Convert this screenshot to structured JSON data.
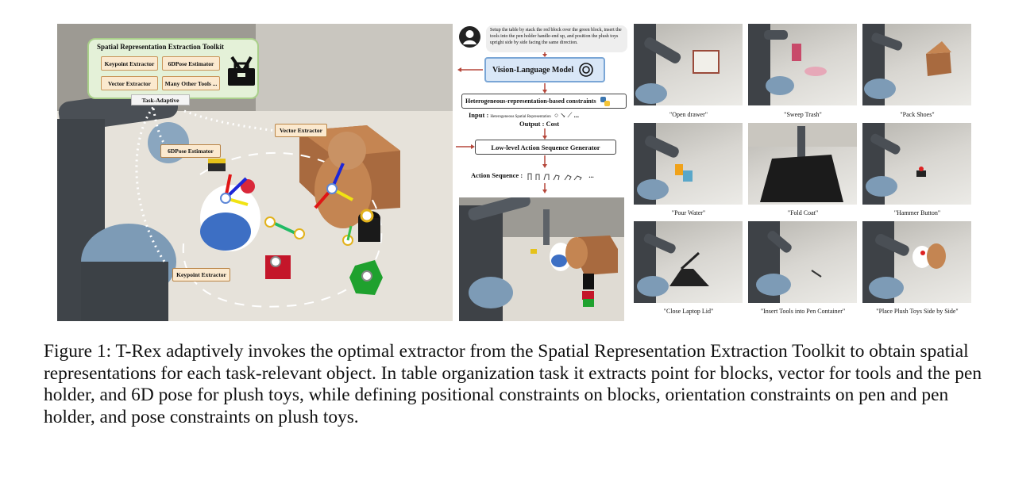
{
  "toolkit": {
    "title": "Spatial Representation Extraction Toolkit",
    "buttons": [
      "Keypoint Extractor",
      "6DPose Estimator",
      "Vector Extractor",
      "Many Other Tools ..."
    ],
    "task_adaptive": "Task-Adaptive"
  },
  "scene_tags": {
    "vector": "Vector Extractor",
    "pose": "6DPose Estimator",
    "keypoint": "Keypoint Extractor"
  },
  "pipeline": {
    "instruction": "Setup the table by stack the red block over the green block, insert the tools into the pen holder handle-end up, and position the plush toys upright side by side facing the same direction.",
    "vlm": "Vision-Language Model",
    "constraints": "Heterogeneous-representation-based constraints",
    "input_label": "Input :",
    "input_detail": "Heterogeneous Spatial Representation",
    "output_label": "Output : Cost",
    "generator": "Low-level Action Sequence Generator",
    "action_label": "Action Sequence :",
    "ellipsis": "..."
  },
  "tasks": [
    "\"Open drawer\"",
    "\"Sweep Trash\"",
    "\"Pack Shoes\"",
    "\"Pour Water\"",
    "\"Fold Coat\"",
    "\"Hammer Button\"",
    "\"Close Laptop Lid\"",
    "\"Insert Tools into Pen Container\"",
    "\"Place Plush Toys Side by Side\""
  ],
  "caption": {
    "text": "Figure 1: T-Rex adaptively invokes the optimal extractor from the Spatial Representation Extraction Toolkit to obtain spatial representations for each task-relevant object. In table organization task it extracts point for blocks, vector for tools and the pen holder, and 6D pose for plush toys, while defining positional constraints on blocks, orientation constraints on pen and pen holder, and pose constraints on plush toys."
  },
  "colors": {
    "toolkit_bg": "#e4f1d8",
    "tag_bg": "#fbe9cf",
    "vlm_bg": "#d9e7f7",
    "arrow": "#b5473a"
  }
}
